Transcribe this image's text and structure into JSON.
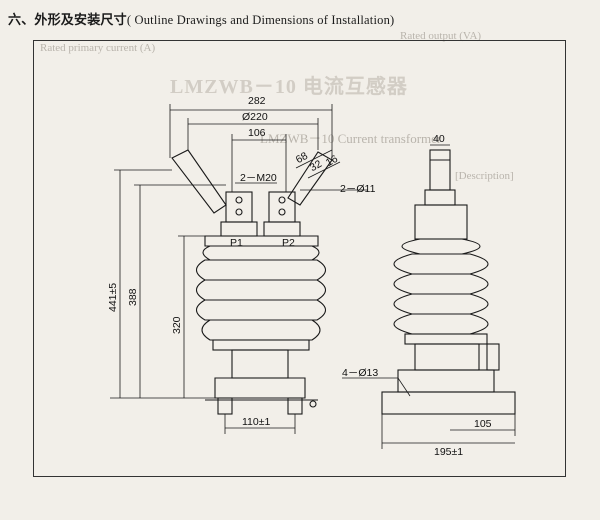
{
  "section": {
    "title_cn": "六、外形及安装尺寸",
    "title_en": "( Outline Drawings and Dimensions of Installation)"
  },
  "watermark": "LMZWB－10 电流互感器",
  "ghost_text": {
    "rated_primary": "Rated primary current (A)",
    "rated_output": "Rated output (VA)",
    "description": "[Description]",
    "lmzwb": "LMZWB－10 Current transformer"
  },
  "dimensions": {
    "d282": "282",
    "d220": "Ø220",
    "d106": "106",
    "d68": "68",
    "d32": "32",
    "d16": "16",
    "m20": "2－M20",
    "phi11": "2－Ø11",
    "d441": "441±5",
    "d388": "388",
    "d320": "320",
    "p1": "P1",
    "p2": "P2",
    "d110": "110±1",
    "d40": "40",
    "phi13": "4－Ø13",
    "d105": "105",
    "d195": "195±1"
  }
}
